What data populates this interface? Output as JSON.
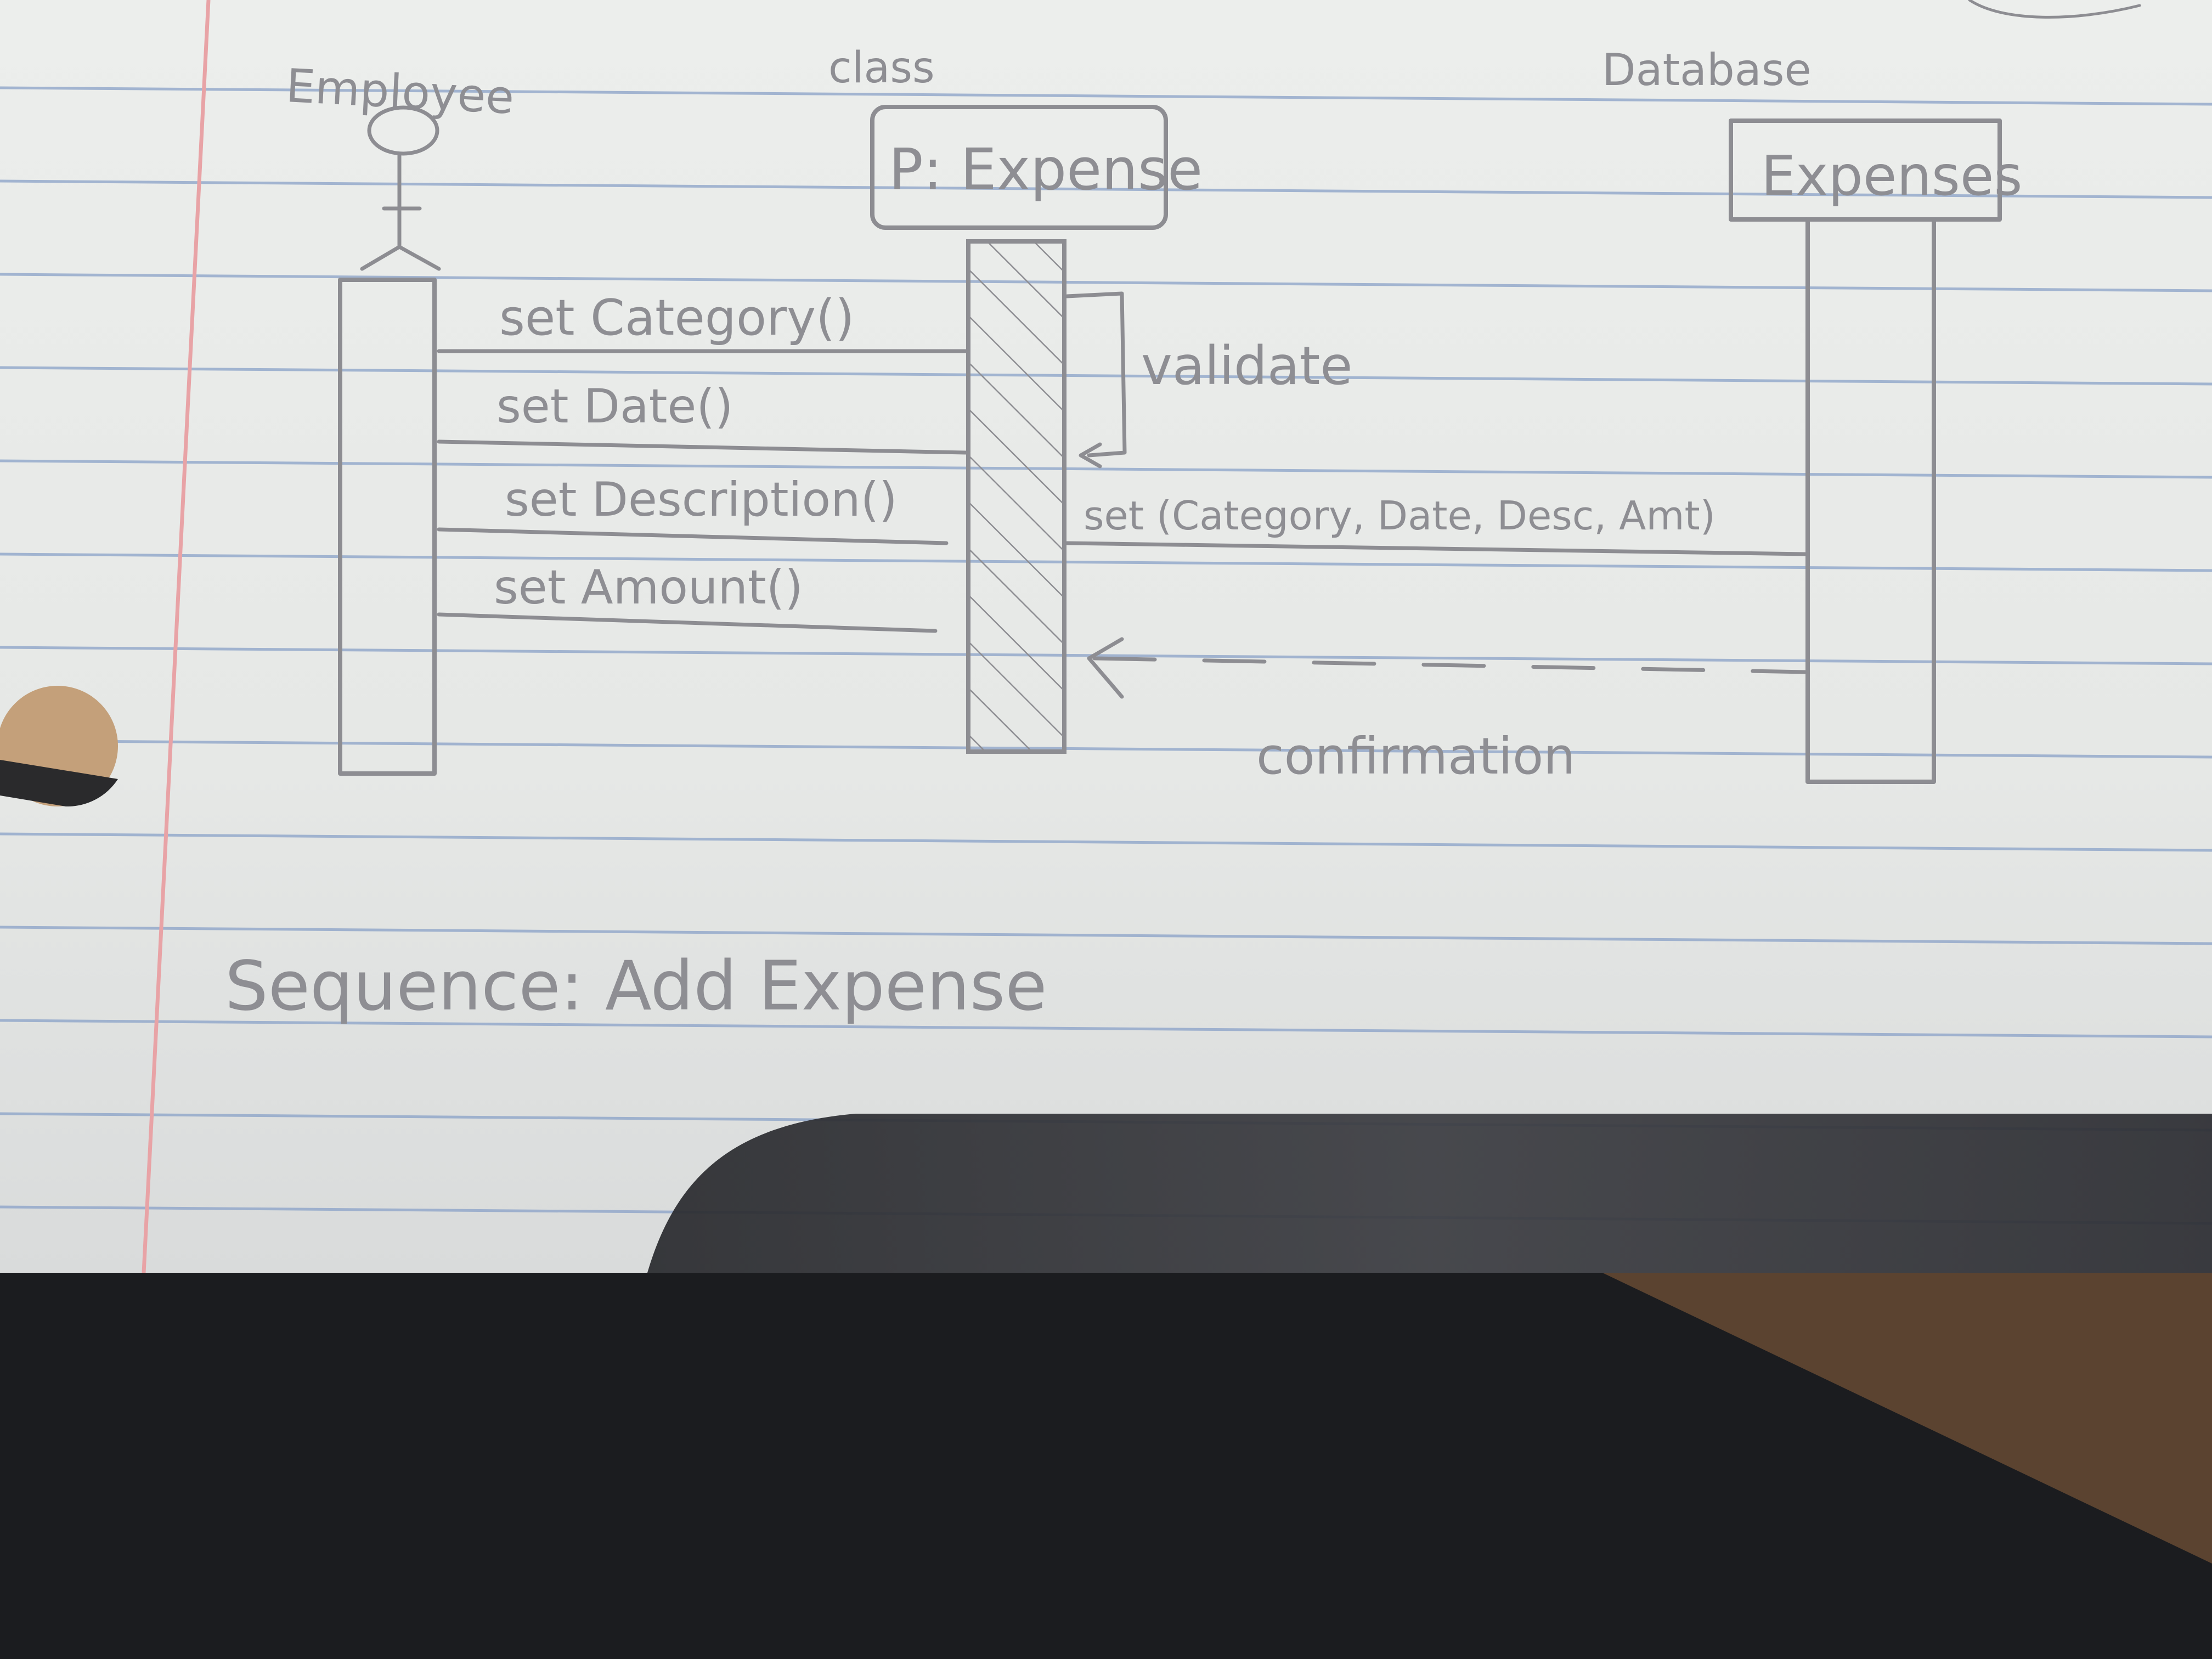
{
  "diagram": {
    "caption": "Sequence: Add Expense",
    "participants": [
      {
        "id": "employee",
        "stereotype": "Employee",
        "name": "",
        "shape": "stick-figure"
      },
      {
        "id": "expense",
        "stereotype": "class",
        "name": "P: Expense",
        "shape": "box"
      },
      {
        "id": "expenses",
        "stereotype": "Database",
        "name": "Expenses",
        "shape": "box"
      }
    ],
    "messages": [
      {
        "from": "employee",
        "to": "expense",
        "label": "set Category()",
        "style": "solid"
      },
      {
        "from": "employee",
        "to": "expense",
        "label": "set Date()",
        "style": "solid"
      },
      {
        "from": "employee",
        "to": "expense",
        "label": "set Description()",
        "style": "solid"
      },
      {
        "from": "employee",
        "to": "expense",
        "label": "set Amount()",
        "style": "solid"
      },
      {
        "from": "expense",
        "to": "expense",
        "label": "validate",
        "style": "self"
      },
      {
        "from": "expense",
        "to": "expenses",
        "label": "set (Category, Date, Desc, Amt)",
        "style": "solid"
      },
      {
        "from": "expenses",
        "to": "expense",
        "label": "confirmation",
        "style": "dashed"
      }
    ]
  },
  "colors": {
    "paper": "#e9ebe9",
    "rule_line": "#8aa2c8",
    "margin_line": "#e8a3a6",
    "pencil": "#8d8d92",
    "tablet": "#1b1c1f",
    "desk": "#5b4330"
  }
}
